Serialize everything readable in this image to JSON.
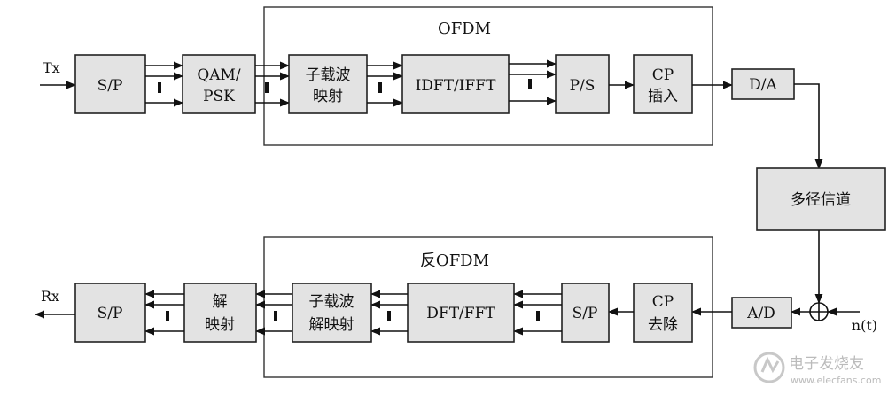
{
  "tx": {
    "input_label": "Tx",
    "group_title": "OFDM",
    "blocks": {
      "sp": "S/P",
      "qam_1": "QAM/",
      "qam_2": "PSK",
      "submap_1": "子载波",
      "submap_2": "映射",
      "ifft": "IDFT/IFFT",
      "ps": "P/S",
      "cp_1": "CP",
      "cp_2": "插入",
      "da": "D/A"
    }
  },
  "channel": {
    "block": "多径信道",
    "noise_label": "n(t)"
  },
  "rx": {
    "output_label": "Rx",
    "group_title": "反OFDM",
    "blocks": {
      "ad": "A/D",
      "cp_1": "CP",
      "cp_2": "去除",
      "sp": "S/P",
      "fft": "DFT/FFT",
      "submap_1": "子载波",
      "submap_2": "解映射",
      "demap_1": "解",
      "demap_2": "映射",
      "ps": "S/P"
    }
  },
  "watermark": {
    "brand": "电子发烧友",
    "url": "www.elecfans.com"
  }
}
